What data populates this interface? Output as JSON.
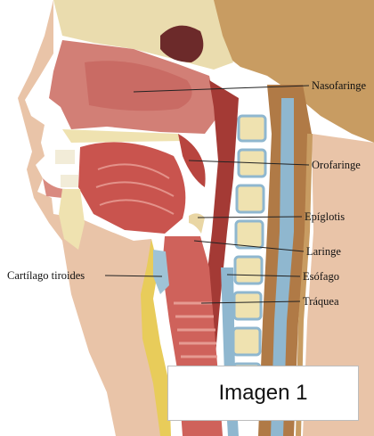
{
  "labels": {
    "nasofaringe": "Nasofaringe",
    "orofaringe": "Orofaringe",
    "epiglotis": "Epíglotis",
    "laringe": "Laringe",
    "esofago": "Esófago",
    "traquea": "Tráquea",
    "cartilago_tiroides": "Cartílago tiroides"
  },
  "caption": "Imagen 1",
  "colors": {
    "skin": "#e9c4a8",
    "muscle": "#c9544e",
    "bone": "#efe2b0",
    "brain_tan": "#c89c62",
    "spine_blue": "#8fb7cf",
    "fat_yellow": "#e8cc5a"
  }
}
